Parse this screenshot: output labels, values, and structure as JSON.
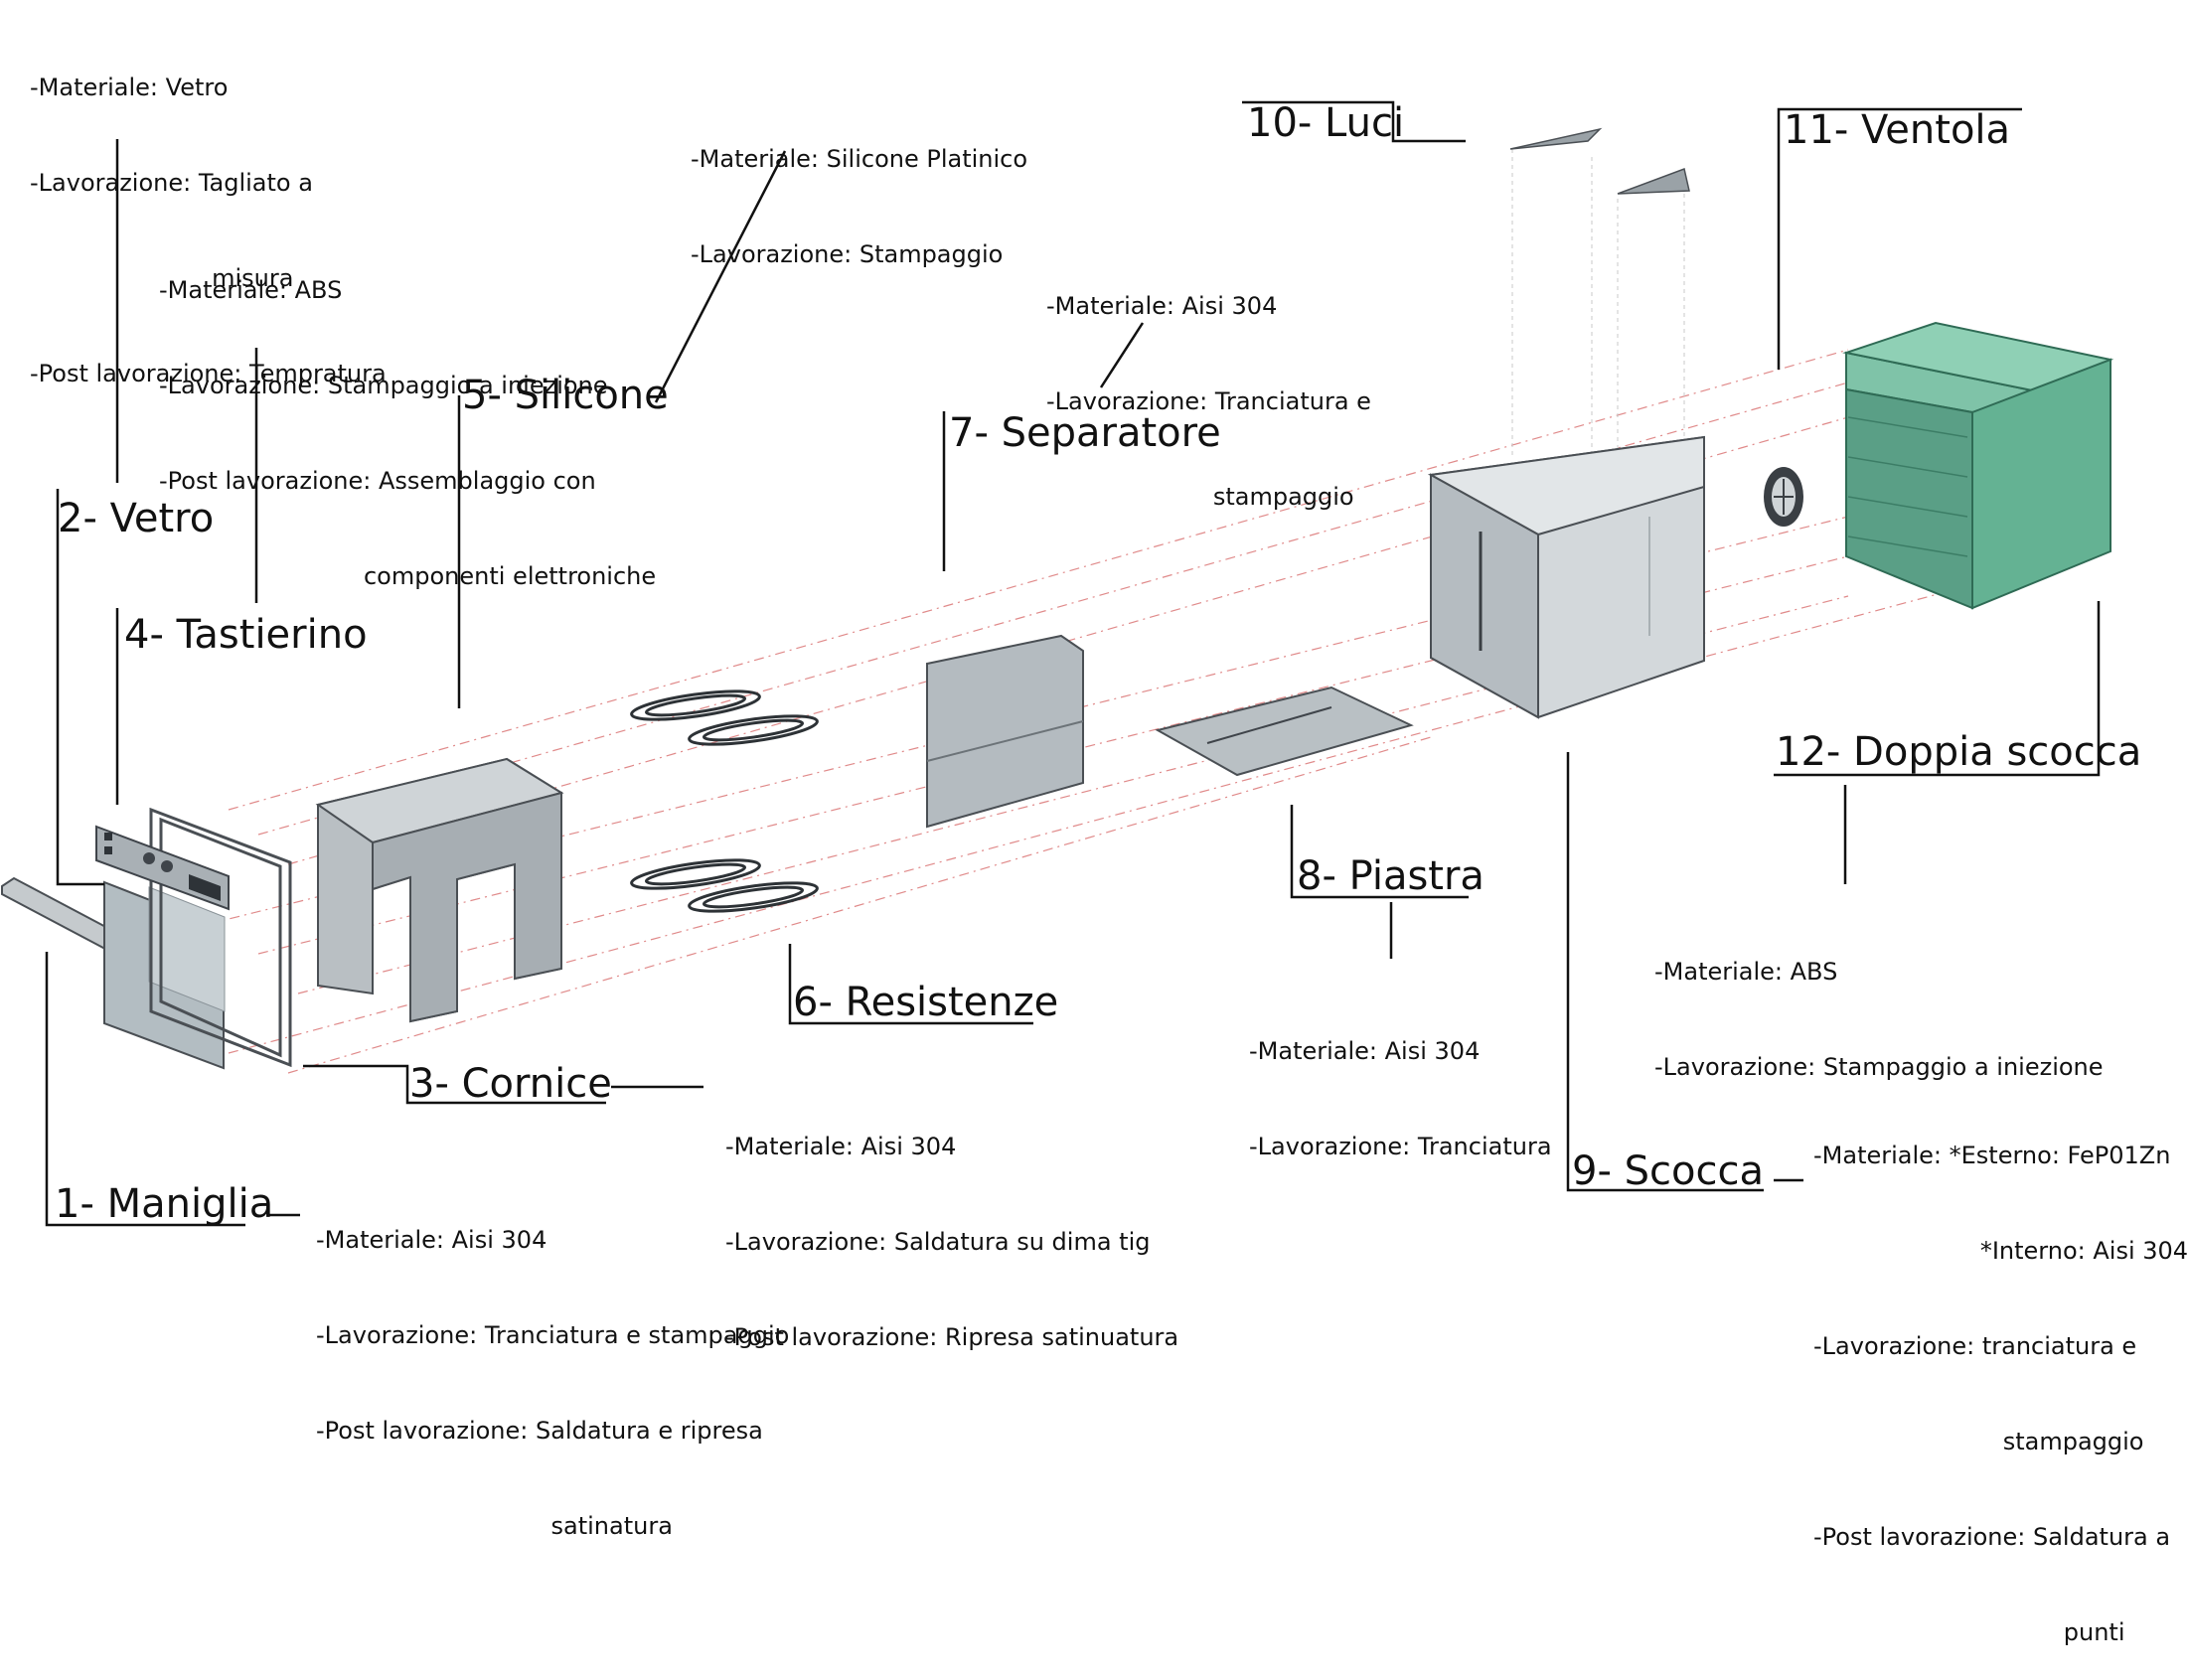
{
  "components": [
    {
      "id": "maniglia",
      "title": "1- Maniglia",
      "spec": [
        "-Materiale: Aisi 304",
        "-Lavorazione: Tranciatura e stampaggio",
        "-Post lavorazione: Saldatura e ripresa",
        "                               satinatura"
      ]
    },
    {
      "id": "vetro",
      "title": "2- Vetro",
      "spec": [
        "-Materiale: Vetro",
        "-Lavorazione: Tagliato a",
        "                        misura",
        "-Post lavorazione: Tempratura"
      ]
    },
    {
      "id": "cornice",
      "title": "3- Cornice",
      "spec": [
        "-Materiale: Aisi 304",
        "-Lavorazione: Saldatura su dima tig",
        "-Post lavorazione: Ripresa satinuatura"
      ]
    },
    {
      "id": "tastierino",
      "title": "4- Tastierino",
      "spec": [
        "-Materiale: ABS",
        "-Lavorazione: Stampaggio a iniezione",
        "-Post lavorazione: Assemblaggio con",
        "                           componenti elettroniche"
      ]
    },
    {
      "id": "silicone",
      "title": "5- Silicone",
      "spec": [
        "-Materiale: Silicone Platinico",
        "-Lavorazione: Stampaggio"
      ]
    },
    {
      "id": "resistenze",
      "title": "6- Resistenze",
      "spec": []
    },
    {
      "id": "separatore",
      "title": "7- Separatore",
      "spec": [
        "-Materiale: Aisi 304",
        "-Lavorazione: Tranciatura e",
        "                      stampaggio"
      ]
    },
    {
      "id": "piastra",
      "title": "8- Piastra",
      "spec": [
        "-Materiale: Aisi 304",
        "-Lavorazione: Tranciatura"
      ]
    },
    {
      "id": "scocca",
      "title": "9- Scocca",
      "spec": [
        "-Materiale: *Esterno: FeP01Zn",
        "                      *Interno: Aisi 304",
        "-Lavorazione: tranciatura e",
        "                         stampaggio",
        "-Post lavorazione: Saldatura a",
        "                                 punti"
      ]
    },
    {
      "id": "luci",
      "title": "10- Luci",
      "spec": []
    },
    {
      "id": "ventola",
      "title": "11- Ventola",
      "spec": []
    },
    {
      "id": "doppia-scocca",
      "title": "12- Doppia scocca",
      "spec": [
        "-Materiale: ABS",
        "-Lavorazione: Stampaggio a iniezione"
      ]
    }
  ],
  "colors": {
    "line": "#111111",
    "part_fill": "#bdc3c7",
    "part_stroke": "#4a4f54",
    "guide": "#e08a8a",
    "green": "#5fae92"
  },
  "icons": [
    "handle",
    "glass-panel",
    "frame",
    "keypad",
    "silicone-shell",
    "heating-coils",
    "separator-plate",
    "base-plate",
    "oven-body",
    "light-fixtures",
    "fan",
    "outer-shell"
  ]
}
